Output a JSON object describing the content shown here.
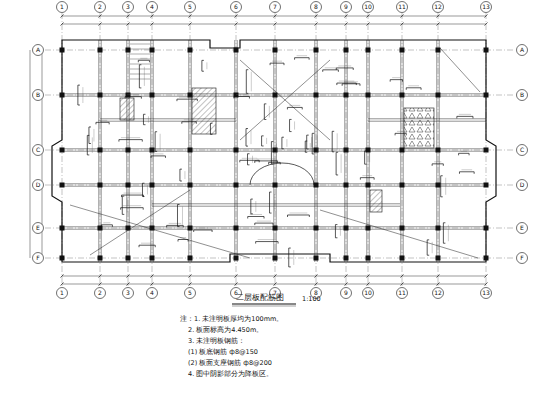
{
  "diagram": {
    "labels": [
      "二层板配筋图",
      "1:100",
      "注：1. 未注明板厚均为100mm。",
      "2. 板面标高为4.450m。",
      "3. 未注明板钢筋：",
      "(1) 板底钢筋 ф8@150",
      "(2) 板面支座钢筋 ф8@200",
      "4. 图中阴影部分为降板区。",
      "1",
      "2",
      "3",
      "4",
      "5",
      "6",
      "7",
      "8",
      "9",
      "10",
      "11",
      "12",
      "13",
      "1",
      "2",
      "3",
      "4",
      "5",
      "6",
      "7",
      "8",
      "9",
      "10",
      "11",
      "12",
      "13",
      "A",
      "B",
      "C",
      "D",
      "E",
      "F",
      "A",
      "B",
      "C",
      "D",
      "E",
      "F"
    ]
  }
}
